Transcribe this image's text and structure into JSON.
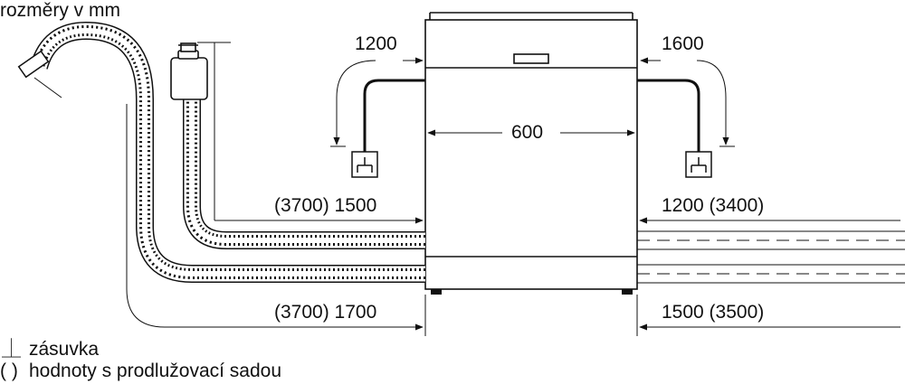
{
  "title": "rozměry v mm",
  "dims": {
    "left_top": "1200",
    "right_top": "1600",
    "width": "600",
    "left_mid": "(3700) 1500",
    "right_mid": "1200 (3400)",
    "left_bottom": "(3700) 1700",
    "right_bottom": "1500 (3500)"
  },
  "legend": {
    "socket_symbol": "⏊",
    "socket_label": "zásuvka",
    "paren_symbol": "( )",
    "paren_label": "hodnoty s prodlužovací sadou"
  }
}
